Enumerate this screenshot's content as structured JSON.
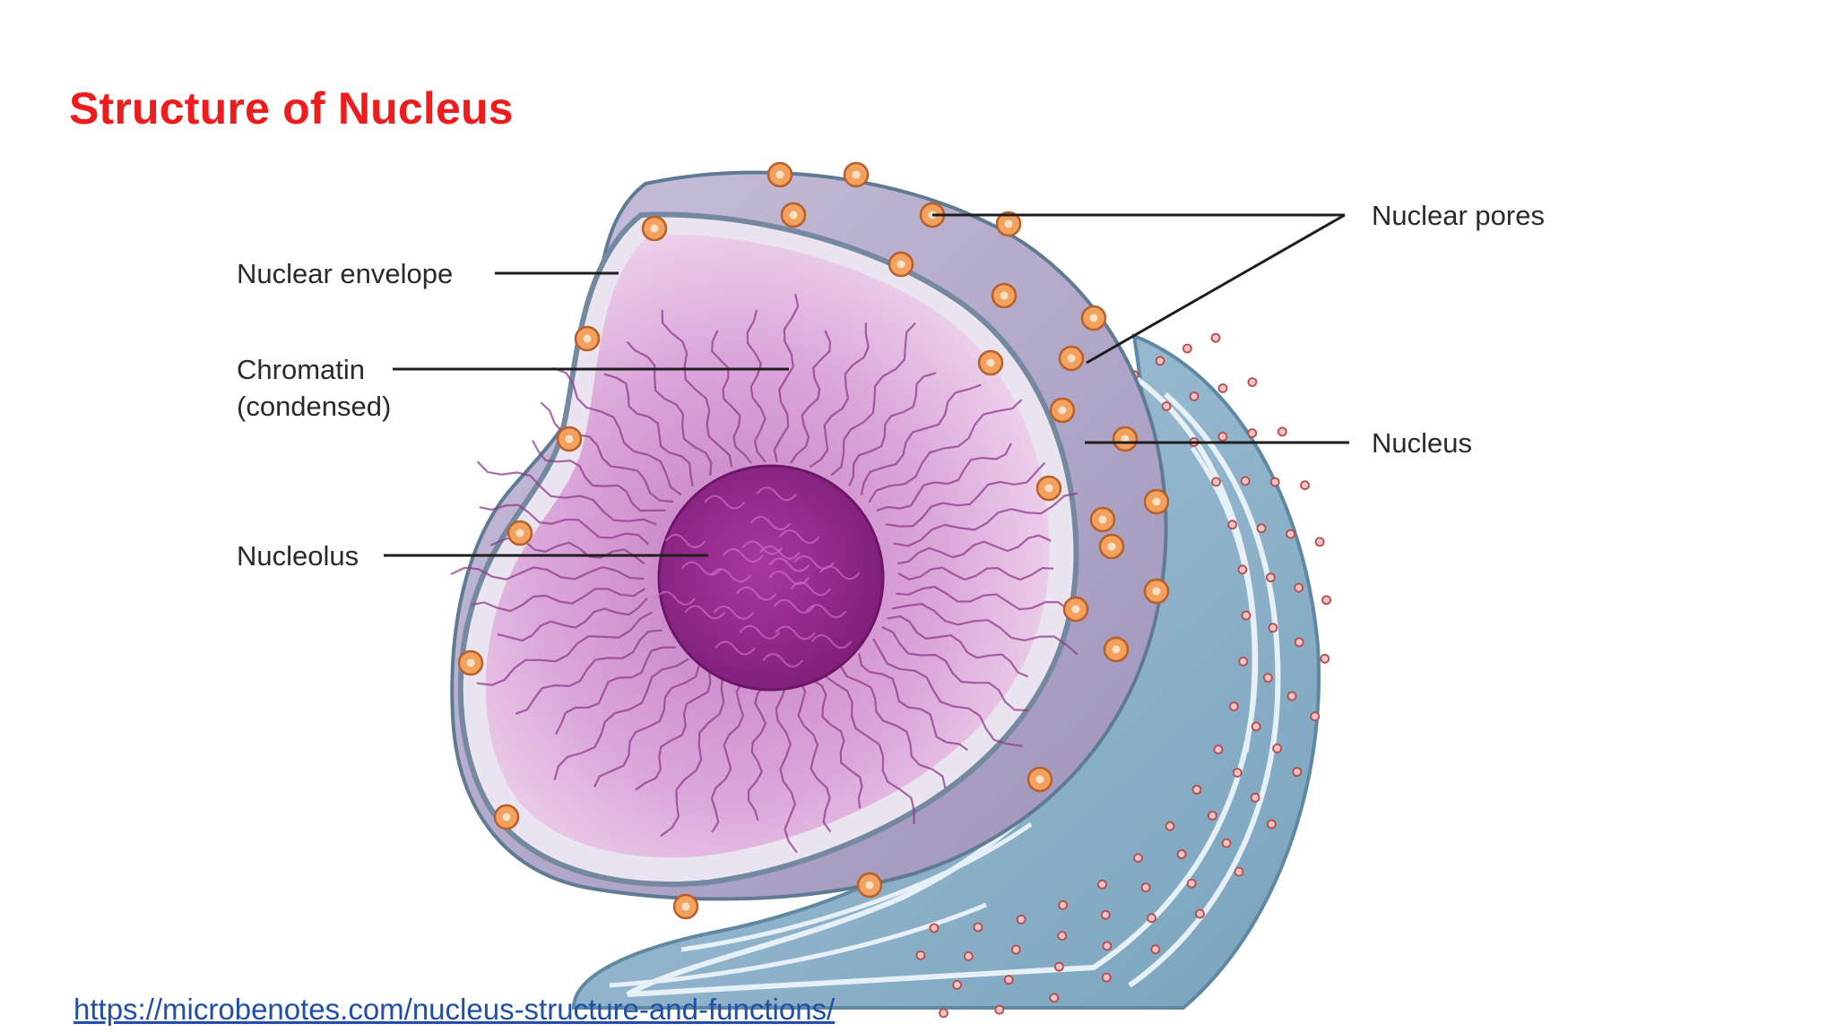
{
  "slide": {
    "title": "Structure of Nucleus",
    "source_link": "https://microbenotes.com/nucleus-structure-and-functions/"
  },
  "diagram": {
    "labels": {
      "nuclear_envelope": "Nuclear envelope",
      "chromatin_line1": "Chromatin",
      "chromatin_line2": "(condensed)",
      "nucleolus": "Nucleolus",
      "nuclear_pores": "Nuclear pores",
      "nucleus": "Nucleus"
    }
  },
  "colors": {
    "title": "#ee1c1c",
    "link": "#1f4fa8",
    "er": "#8db3cc",
    "envelope": "#b3acc8",
    "nucleoplasm": "#d9a3d6",
    "nucleolus": "#9b2a92",
    "pore": "#f0a060"
  }
}
